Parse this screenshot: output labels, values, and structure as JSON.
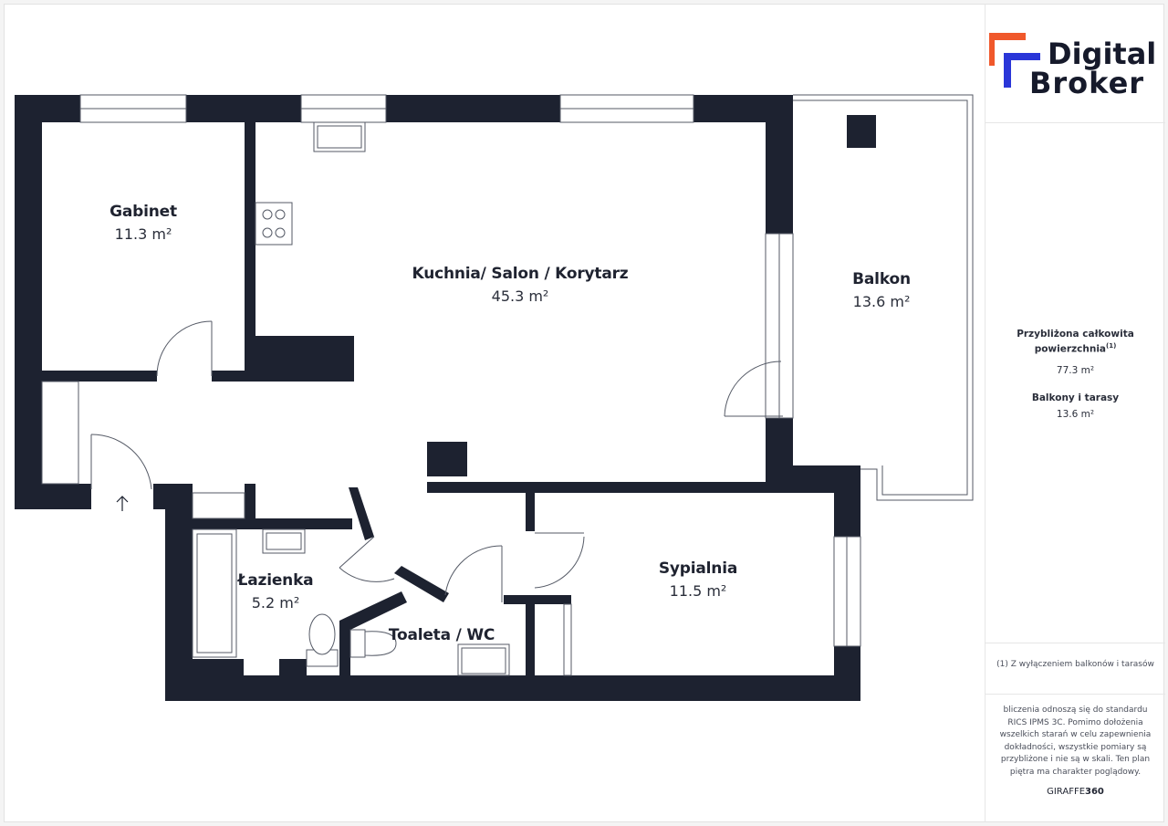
{
  "brand": {
    "line1": "Digital",
    "line2": "Broker",
    "accent_orange": "#f0582b",
    "accent_blue": "#2a36d8"
  },
  "rooms": {
    "gabinet": {
      "name": "Gabinet",
      "area": "11.3 m²"
    },
    "kuchnia": {
      "name": "Kuchnia/ Salon / Korytarz",
      "area": "45.3 m²"
    },
    "balkon": {
      "name": "Balkon",
      "area": "13.6 m²"
    },
    "lazienka": {
      "name": "Łazienka",
      "area": "5.2 m²"
    },
    "toaleta": {
      "name": "Toaleta / WC",
      "area": ""
    },
    "sypialnia": {
      "name": "Sypialnia",
      "area": "11.5 m²"
    }
  },
  "summary": {
    "total_label_line1": "Przybliżona całkowita",
    "total_label_line2": "powierzchnia",
    "total_footnote_mark": "(1)",
    "total_value": "77.3 m²",
    "balcony_label": "Balkony i tarasy",
    "balcony_value": "13.6 m²"
  },
  "footnote": "(1) Z wyłączeniem balkonów i tarasów",
  "disclaimer": [
    "bliczenia odnoszą się do standardu",
    "RICS IPMS 3C. Pomimo dołożenia",
    "wszelkich starań w celu zapewnienia",
    "dokładności, wszystkie pomiary są",
    "przybliżone i nie są w skali. Ten plan",
    "piętra ma charakter poglądowy."
  ],
  "credit": {
    "part1": "GIRAFFE",
    "part2": "360"
  },
  "colors": {
    "wall": "#1d2230",
    "line": "#555a66"
  }
}
